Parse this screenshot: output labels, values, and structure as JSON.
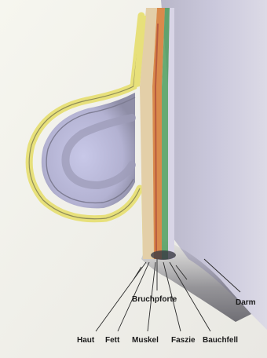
{
  "labels": {
    "bruchpforte": "Bruchpforte",
    "darm": "Darm",
    "haut": "Haut",
    "fett": "Fett",
    "muskel": "Muskel",
    "faszie": "Faszie",
    "bauchfell": "Bauchfell"
  },
  "colors": {
    "skin_yellow": "#e7e07a",
    "tissue_brown": "#d0735a",
    "tissue_orange": "#d98a4c",
    "fascia_green": "#4f9e5e",
    "peritoneum": "#c9c6dc",
    "bowel_shadow": "#8c8aa0",
    "sac_lilac": "#bfbfe0"
  }
}
